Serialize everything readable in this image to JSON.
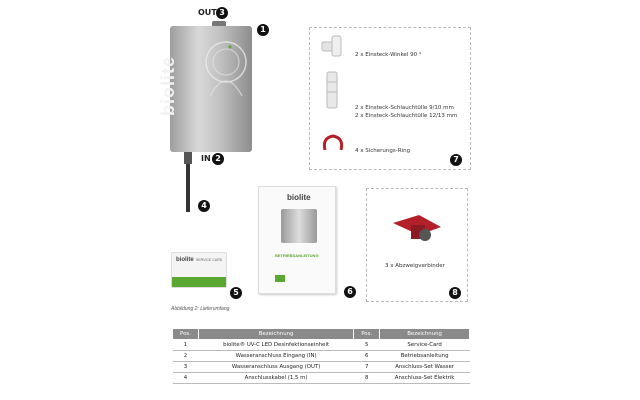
{
  "labels": {
    "out": "OUT",
    "in": "IN",
    "brand": "biolite",
    "card_brand": "biolite",
    "card_text": "SERVICE CARD",
    "manual_brand": "biolite",
    "manual_title": "BETRIEBSANLEITUNG"
  },
  "numbers": [
    "1",
    "2",
    "3",
    "4",
    "5",
    "6",
    "7",
    "8"
  ],
  "box7": {
    "item1": "2 x Einsteck-Winkel 90 °",
    "item2a": "2 x Einsteck-Schlauchtülle 9/10 mm",
    "item2b": "2 x Einsteck-Schlauchtülle 12/13 mm",
    "item3": "4 x Sicherungs-Ring"
  },
  "box8": {
    "item": "3 x Abzweigverbinder"
  },
  "caption": "Abbildung 2: Lieferumfang",
  "table": {
    "headers": [
      "Pos.",
      "Bezeichnung",
      "Pos.",
      "Bezeichnung"
    ],
    "rows": [
      [
        "1",
        "biolite® UV-C LED Desinfektionseinheit",
        "5",
        "Service-Card"
      ],
      [
        "2",
        "Wasseranschluss Eingang (IN)",
        "6",
        "Betriebsanleitung"
      ],
      [
        "3",
        "Wasseranschluss Ausgang (OUT)",
        "7",
        "Anschluss-Set Wasser"
      ],
      [
        "4",
        "Anschlusskabel (1,5 m)",
        "8",
        "Anschluss-Set Elektrik"
      ]
    ]
  },
  "colors": {
    "number_badge": "#111111",
    "header_bg": "#8a8a8a",
    "accent_green": "#5aa832",
    "clip_red": "#b3202a"
  }
}
